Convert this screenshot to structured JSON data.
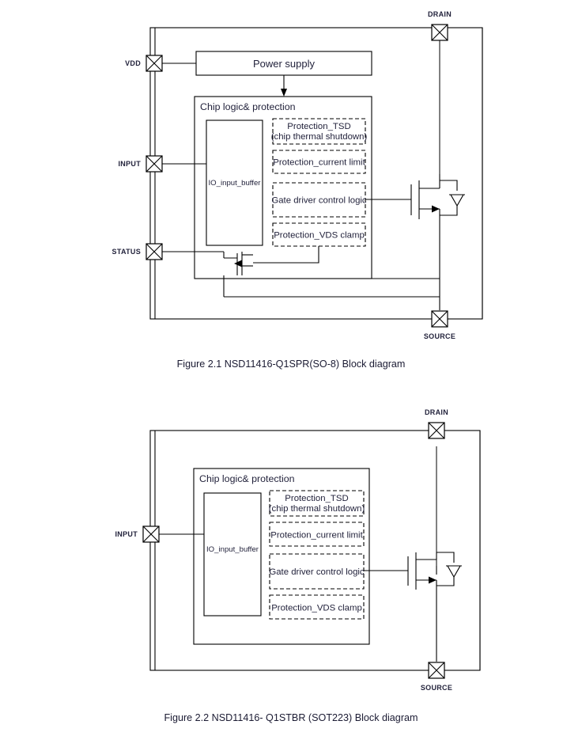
{
  "document": {
    "title": "NSD11416 Block diagrams"
  },
  "figures": [
    {
      "id": "figure-1",
      "caption": "Figure 2.1 NSD11416-Q1SPR(SO-8) Block diagram",
      "pins": [
        {
          "name": "VDD",
          "label": "VDD",
          "side": "left"
        },
        {
          "name": "INPUT",
          "label": "INPUT",
          "side": "left"
        },
        {
          "name": "STATUS",
          "label": "STATUS",
          "side": "left"
        },
        {
          "name": "DRAIN",
          "label": "DRAIN",
          "side": "top"
        },
        {
          "name": "SOURCE",
          "label": "SOURCE",
          "side": "bottom"
        }
      ],
      "blocks": [
        {
          "name": "power-supply",
          "label": "Power supply",
          "style": "solid"
        },
        {
          "name": "chip-logic",
          "label": "Chip logic& protection",
          "style": "solid"
        },
        {
          "name": "io-input-buffer",
          "label": "IO_input_buffer",
          "style": "solid"
        },
        {
          "name": "protection-tsd",
          "label_line1": "Protection_TSD",
          "label_line2": "(chip thermal shutdown)",
          "style": "dashed"
        },
        {
          "name": "protection-current",
          "label": "Protection_current limit",
          "style": "dashed"
        },
        {
          "name": "gate-driver",
          "label": "Gate driver control logic",
          "style": "dashed"
        },
        {
          "name": "protection-vds",
          "label": "Protection_VDS clamp",
          "style": "dashed"
        }
      ],
      "devices": [
        {
          "name": "power-mosfet",
          "type": "n-channel-mosfet-with-body-diode"
        },
        {
          "name": "status-mosfet",
          "type": "n-channel-mosfet"
        }
      ]
    },
    {
      "id": "figure-2",
      "caption": "Figure 2.2 NSD11416- Q1STBR (SOT223) Block diagram",
      "pins": [
        {
          "name": "INPUT",
          "label": "INPUT",
          "side": "left"
        },
        {
          "name": "DRAIN",
          "label": "DRAIN",
          "side": "top"
        },
        {
          "name": "SOURCE",
          "label": "SOURCE",
          "side": "bottom"
        }
      ],
      "blocks": [
        {
          "name": "chip-logic",
          "label": "Chip logic& protection",
          "style": "solid"
        },
        {
          "name": "io-input-buffer",
          "label": "IO_input_buffer",
          "style": "solid"
        },
        {
          "name": "protection-tsd",
          "label_line1": "Protection_TSD",
          "label_line2": "(chip thermal shutdown)",
          "style": "dashed"
        },
        {
          "name": "protection-current",
          "label": "Protection_current limit",
          "style": "dashed"
        },
        {
          "name": "gate-driver",
          "label": "Gate driver control logic",
          "style": "dashed"
        },
        {
          "name": "protection-vds",
          "label": "Protection_VDS clamp",
          "style": "dashed"
        }
      ],
      "devices": [
        {
          "name": "power-mosfet",
          "type": "n-channel-mosfet-with-body-diode"
        }
      ]
    }
  ],
  "colors": {
    "line": "#000000",
    "text": "#23233c",
    "background": "#ffffff"
  }
}
